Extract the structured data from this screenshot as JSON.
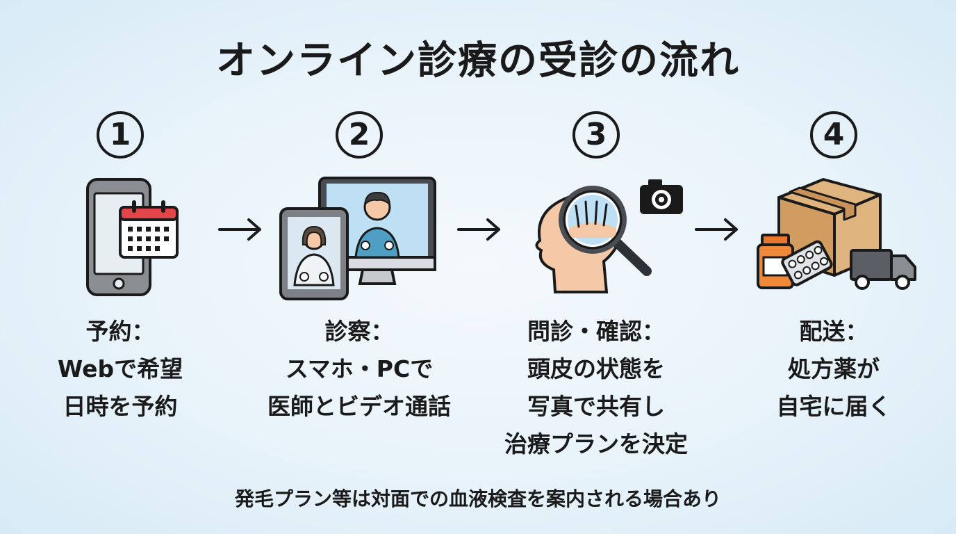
{
  "title": "オンライン診療の受診の流れ",
  "steps": [
    {
      "number": "1",
      "heading": "予約：",
      "lines": [
        "Webで希望",
        "日時を予約"
      ],
      "icon": "smartphone-calendar-icon"
    },
    {
      "number": "2",
      "heading": "診察：",
      "lines": [
        "スマホ・PCで",
        "医師とビデオ通話"
      ],
      "icon": "video-call-icon"
    },
    {
      "number": "3",
      "heading": "問診・確認：",
      "lines": [
        "頭皮の状態を",
        "写真で共有し",
        "治療プランを決定"
      ],
      "icon": "scalp-magnifier-camera-icon"
    },
    {
      "number": "4",
      "heading": "配送：",
      "lines": [
        "処方薬が",
        "自宅に届く"
      ],
      "icon": "medicine-delivery-icon"
    }
  ],
  "note": "発毛プラン等は対面での血液検査を案内される場合あり",
  "colors": {
    "accent_red": "#e0464a",
    "screen_blue": "#bfe0f4",
    "box_tan": "#e0b47e",
    "skin": "#f5c9a8"
  }
}
